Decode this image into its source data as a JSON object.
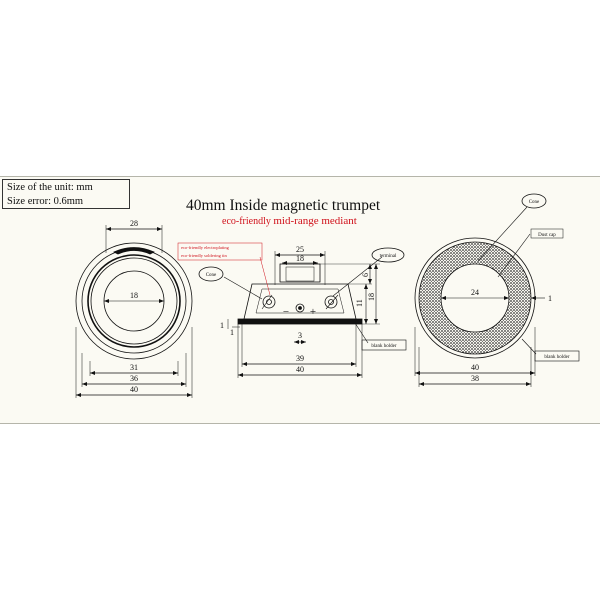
{
  "spec": {
    "unit_line": "Size of the unit: mm",
    "error_line": "Size error: 0.6mm"
  },
  "title": "40mm Inside magnetic trumpet",
  "subtitle": {
    "part1": "eco-friendly ",
    "part2": "mid-range mediant"
  },
  "front_view": {
    "dim_top": "28",
    "dim_inner": "18",
    "dim_31": "31",
    "dim_36": "36",
    "dim_40": "40"
  },
  "side_view": {
    "note_line1": "eco-friendly electroplating",
    "note_line2": "eco-friendly soldering tin",
    "cone_label": "Cone",
    "terminal_label": "terminal",
    "holder_label": "blank holder",
    "dim_25": "25",
    "dim_18": "18",
    "dim_39": "39",
    "dim_40": "40",
    "dim_3": "3",
    "dim_1": "1",
    "dim_1b": "1",
    "dim_11": "11",
    "dim_6": "6",
    "dim_18v": "18",
    "minus": "−",
    "plus": "+"
  },
  "back_view": {
    "cone_label": "Cone",
    "dust_cap_label": "Dust cap",
    "holder_label": "blank holder",
    "dim_24": "24",
    "dim_1": "1",
    "dim_40": "40",
    "dim_38": "38"
  },
  "colors": {
    "sheet": "#fbfaf3",
    "ink": "#111111",
    "accent_red": "#d0101a"
  }
}
